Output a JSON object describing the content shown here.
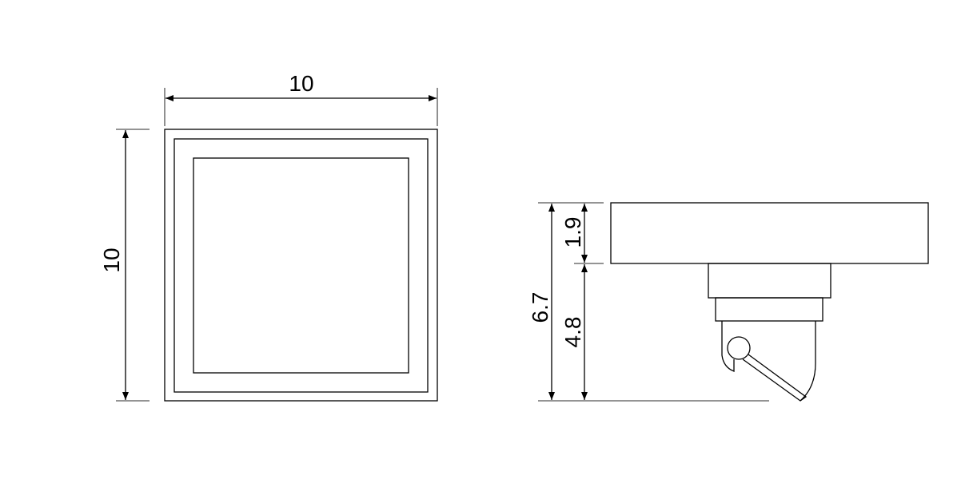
{
  "front_view": {
    "width_label": "10",
    "height_label": "10"
  },
  "side_view": {
    "total_height_label": "6.7",
    "cap_height_label": "1.9",
    "body_height_label": "4.8"
  },
  "colors": {
    "line": "#000000",
    "background": "#ffffff"
  }
}
